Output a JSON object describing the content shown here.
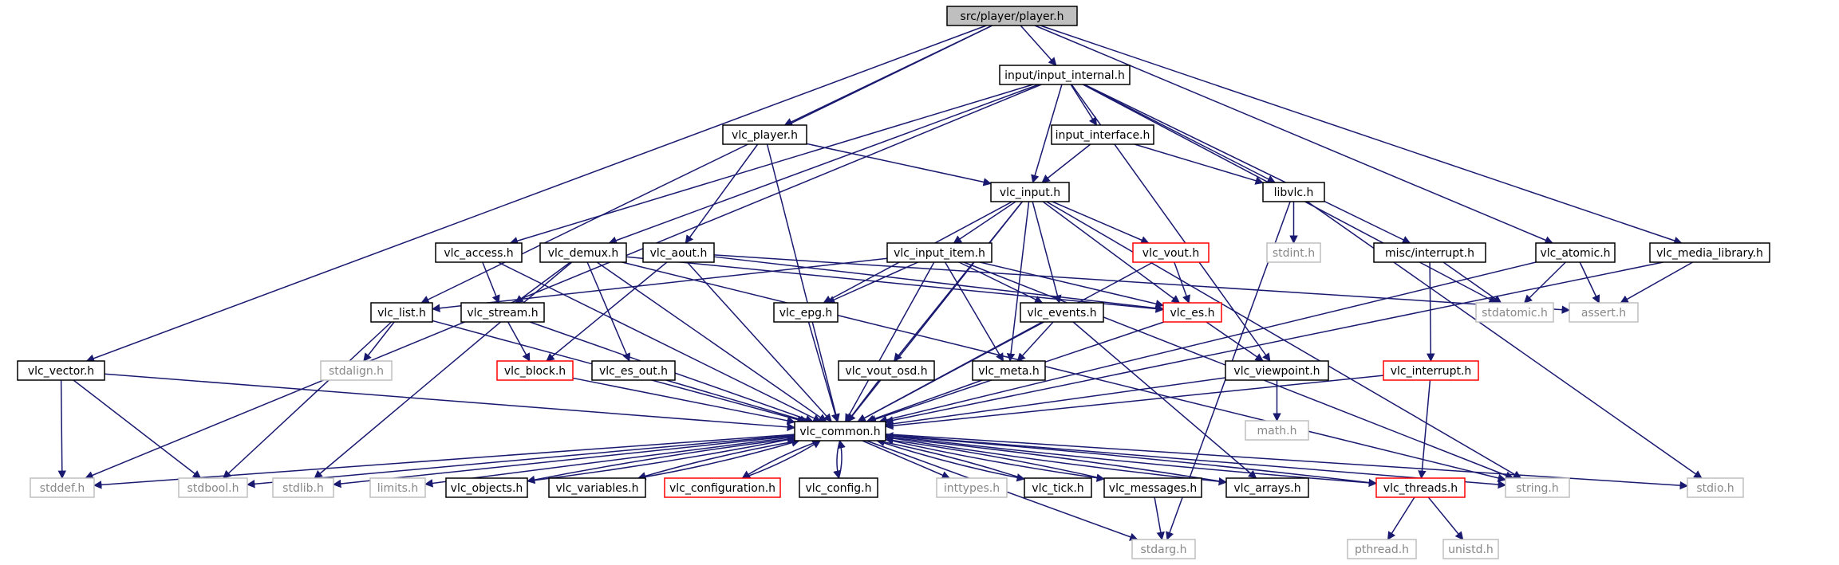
{
  "diagram": {
    "nodes": [
      {
        "id": "root",
        "label": "src/player/player.h",
        "type": "root"
      },
      {
        "id": "input_internal",
        "label": "input/input_internal.h",
        "type": "normal"
      },
      {
        "id": "vlc_player",
        "label": "vlc_player.h",
        "type": "normal"
      },
      {
        "id": "input_interface",
        "label": "input_interface.h",
        "type": "normal"
      },
      {
        "id": "vlc_input",
        "label": "vlc_input.h",
        "type": "normal"
      },
      {
        "id": "libvlc",
        "label": "libvlc.h",
        "type": "normal"
      },
      {
        "id": "stdint",
        "label": "stdint.h",
        "type": "external"
      },
      {
        "id": "vlc_access",
        "label": "vlc_access.h",
        "type": "normal"
      },
      {
        "id": "vlc_demux",
        "label": "vlc_demux.h",
        "type": "normal"
      },
      {
        "id": "vlc_aout",
        "label": "vlc_aout.h",
        "type": "normal"
      },
      {
        "id": "vlc_input_item",
        "label": "vlc_input_item.h",
        "type": "normal"
      },
      {
        "id": "vlc_vout",
        "label": "vlc_vout.h",
        "type": "red"
      },
      {
        "id": "misc_interrupt",
        "label": "misc/interrupt.h",
        "type": "normal"
      },
      {
        "id": "vlc_atomic",
        "label": "vlc_atomic.h",
        "type": "normal"
      },
      {
        "id": "vlc_media_library",
        "label": "vlc_media_library.h",
        "type": "normal"
      },
      {
        "id": "vlc_list",
        "label": "vlc_list.h",
        "type": "normal"
      },
      {
        "id": "vlc_stream",
        "label": "vlc_stream.h",
        "type": "normal"
      },
      {
        "id": "vlc_epg",
        "label": "vlc_epg.h",
        "type": "normal"
      },
      {
        "id": "vlc_events",
        "label": "vlc_events.h",
        "type": "normal"
      },
      {
        "id": "vlc_es",
        "label": "vlc_es.h",
        "type": "red"
      },
      {
        "id": "stdatomic",
        "label": "stdatomic.h",
        "type": "external"
      },
      {
        "id": "assert",
        "label": "assert.h",
        "type": "external"
      },
      {
        "id": "vlc_vector",
        "label": "vlc_vector.h",
        "type": "normal"
      },
      {
        "id": "stdalign",
        "label": "stdalign.h",
        "type": "external"
      },
      {
        "id": "vlc_block",
        "label": "vlc_block.h",
        "type": "red"
      },
      {
        "id": "vlc_es_out",
        "label": "vlc_es_out.h",
        "type": "normal"
      },
      {
        "id": "vlc_vout_osd",
        "label": "vlc_vout_osd.h",
        "type": "normal"
      },
      {
        "id": "vlc_meta",
        "label": "vlc_meta.h",
        "type": "normal"
      },
      {
        "id": "vlc_viewpoint",
        "label": "vlc_viewpoint.h",
        "type": "normal"
      },
      {
        "id": "vlc_interrupt",
        "label": "vlc_interrupt.h",
        "type": "red"
      },
      {
        "id": "math",
        "label": "math.h",
        "type": "external"
      },
      {
        "id": "vlc_common",
        "label": "vlc_common.h",
        "type": "normal"
      },
      {
        "id": "stddef",
        "label": "stddef.h",
        "type": "external"
      },
      {
        "id": "stdbool",
        "label": "stdbool.h",
        "type": "external"
      },
      {
        "id": "stdlib",
        "label": "stdlib.h",
        "type": "external"
      },
      {
        "id": "limits",
        "label": "limits.h",
        "type": "external"
      },
      {
        "id": "vlc_objects",
        "label": "vlc_objects.h",
        "type": "normal"
      },
      {
        "id": "vlc_variables",
        "label": "vlc_variables.h",
        "type": "normal"
      },
      {
        "id": "vlc_configuration",
        "label": "vlc_configuration.h",
        "type": "red"
      },
      {
        "id": "vlc_config",
        "label": "vlc_config.h",
        "type": "normal"
      },
      {
        "id": "inttypes",
        "label": "inttypes.h",
        "type": "external"
      },
      {
        "id": "vlc_tick",
        "label": "vlc_tick.h",
        "type": "normal"
      },
      {
        "id": "vlc_messages",
        "label": "vlc_messages.h",
        "type": "normal"
      },
      {
        "id": "vlc_arrays",
        "label": "vlc_arrays.h",
        "type": "normal"
      },
      {
        "id": "vlc_threads",
        "label": "vlc_threads.h",
        "type": "red"
      },
      {
        "id": "string",
        "label": "string.h",
        "type": "external"
      },
      {
        "id": "stdio",
        "label": "stdio.h",
        "type": "external"
      },
      {
        "id": "stdarg",
        "label": "stdarg.h",
        "type": "external"
      },
      {
        "id": "pthread",
        "label": "pthread.h",
        "type": "external"
      },
      {
        "id": "unistd",
        "label": "unistd.h",
        "type": "external"
      }
    ],
    "edges": [
      [
        "root",
        "input_internal"
      ],
      [
        "root",
        "vlc_player"
      ],
      [
        "root",
        "vlc_list"
      ],
      [
        "root",
        "vlc_vector"
      ],
      [
        "root",
        "vlc_atomic"
      ],
      [
        "root",
        "vlc_media_library"
      ],
      [
        "input_internal",
        "input_interface"
      ],
      [
        "input_internal",
        "vlc_input"
      ],
      [
        "input_internal",
        "libvlc"
      ],
      [
        "input_internal",
        "vlc_access"
      ],
      [
        "input_internal",
        "vlc_demux"
      ],
      [
        "input_internal",
        "misc_interrupt"
      ],
      [
        "input_internal",
        "stdatomic"
      ],
      [
        "input_internal",
        "stddef"
      ],
      [
        "input_internal",
        "vlc_viewpoint"
      ],
      [
        "vlc_player",
        "vlc_input"
      ],
      [
        "vlc_player",
        "vlc_aout"
      ],
      [
        "vlc_player",
        "vlc_common"
      ],
      [
        "input_interface",
        "vlc_input"
      ],
      [
        "input_interface",
        "libvlc"
      ],
      [
        "libvlc",
        "stdint"
      ],
      [
        "libvlc",
        "stdio"
      ],
      [
        "libvlc",
        "stdarg"
      ],
      [
        "vlc_input",
        "vlc_input_item"
      ],
      [
        "vlc_input",
        "vlc_vout"
      ],
      [
        "vlc_input",
        "vlc_epg"
      ],
      [
        "vlc_input",
        "vlc_events"
      ],
      [
        "vlc_input",
        "vlc_es"
      ],
      [
        "vlc_input",
        "vlc_meta"
      ],
      [
        "vlc_input",
        "vlc_vout_osd"
      ],
      [
        "vlc_input",
        "vlc_common"
      ],
      [
        "vlc_input",
        "string"
      ],
      [
        "vlc_vout",
        "vlc_es"
      ],
      [
        "vlc_vout",
        "vlc_common"
      ],
      [
        "vlc_input_item",
        "vlc_epg"
      ],
      [
        "vlc_input_item",
        "vlc_events"
      ],
      [
        "vlc_input_item",
        "vlc_meta"
      ],
      [
        "vlc_input_item",
        "vlc_list"
      ],
      [
        "vlc_input_item",
        "vlc_es"
      ],
      [
        "vlc_input_item",
        "vlc_common"
      ],
      [
        "vlc_input_item",
        "string"
      ],
      [
        "vlc_access",
        "vlc_stream"
      ],
      [
        "vlc_access",
        "vlc_common"
      ],
      [
        "vlc_demux",
        "vlc_stream"
      ],
      [
        "vlc_demux",
        "vlc_es_out"
      ],
      [
        "vlc_demux",
        "vlc_es"
      ],
      [
        "vlc_demux",
        "vlc_common"
      ],
      [
        "vlc_demux",
        "stdlib"
      ],
      [
        "vlc_demux",
        "string"
      ],
      [
        "vlc_aout",
        "vlc_block"
      ],
      [
        "vlc_aout",
        "vlc_es"
      ],
      [
        "vlc_aout",
        "vlc_common"
      ],
      [
        "vlc_aout",
        "assert"
      ],
      [
        "vlc_stream",
        "vlc_block"
      ],
      [
        "vlc_stream",
        "vlc_common"
      ],
      [
        "vlc_list",
        "stdalign"
      ],
      [
        "vlc_list",
        "stdbool"
      ],
      [
        "vlc_list",
        "vlc_common"
      ],
      [
        "vlc_vector",
        "stddef"
      ],
      [
        "vlc_vector",
        "stdbool"
      ],
      [
        "vlc_vector",
        "vlc_common"
      ],
      [
        "vlc_events",
        "vlc_meta"
      ],
      [
        "vlc_events",
        "vlc_arrays"
      ],
      [
        "vlc_events",
        "vlc_common"
      ],
      [
        "vlc_es",
        "vlc_viewpoint"
      ],
      [
        "vlc_es",
        "vlc_common"
      ],
      [
        "vlc_epg",
        "vlc_common"
      ],
      [
        "vlc_meta",
        "vlc_common"
      ],
      [
        "vlc_block",
        "vlc_common"
      ],
      [
        "vlc_es_out",
        "vlc_common"
      ],
      [
        "vlc_vout_osd",
        "vlc_common"
      ],
      [
        "vlc_viewpoint",
        "math"
      ],
      [
        "vlc_viewpoint",
        "vlc_common"
      ],
      [
        "misc_interrupt",
        "stdatomic"
      ],
      [
        "misc_interrupt",
        "vlc_interrupt"
      ],
      [
        "vlc_interrupt",
        "vlc_threads"
      ],
      [
        "vlc_interrupt",
        "vlc_common"
      ],
      [
        "vlc_atomic",
        "stdatomic"
      ],
      [
        "vlc_atomic",
        "assert"
      ],
      [
        "vlc_atomic",
        "vlc_common"
      ],
      [
        "vlc_media_library",
        "assert"
      ],
      [
        "vlc_media_library",
        "vlc_common"
      ],
      [
        "vlc_common",
        "stddef"
      ],
      [
        "vlc_common",
        "stdbool"
      ],
      [
        "vlc_common",
        "stdlib"
      ],
      [
        "vlc_common",
        "limits"
      ],
      [
        "vlc_common",
        "vlc_objects"
      ],
      [
        "vlc_common",
        "vlc_variables"
      ],
      [
        "vlc_common",
        "vlc_configuration"
      ],
      [
        "vlc_common",
        "vlc_config"
      ],
      [
        "vlc_common",
        "inttypes"
      ],
      [
        "vlc_common",
        "vlc_tick"
      ],
      [
        "vlc_common",
        "vlc_messages"
      ],
      [
        "vlc_common",
        "vlc_arrays"
      ],
      [
        "vlc_common",
        "vlc_threads"
      ],
      [
        "vlc_common",
        "string"
      ],
      [
        "vlc_common",
        "stdio"
      ],
      [
        "vlc_common",
        "stdarg"
      ],
      [
        "vlc_objects",
        "vlc_common"
      ],
      [
        "vlc_variables",
        "vlc_common"
      ],
      [
        "vlc_configuration",
        "vlc_common"
      ],
      [
        "vlc_config",
        "vlc_common"
      ],
      [
        "vlc_tick",
        "vlc_common"
      ],
      [
        "vlc_messages",
        "vlc_common"
      ],
      [
        "vlc_arrays",
        "vlc_common"
      ],
      [
        "vlc_threads",
        "vlc_common"
      ],
      [
        "vlc_messages",
        "stdarg"
      ],
      [
        "vlc_threads",
        "pthread"
      ],
      [
        "vlc_threads",
        "unistd"
      ]
    ]
  }
}
